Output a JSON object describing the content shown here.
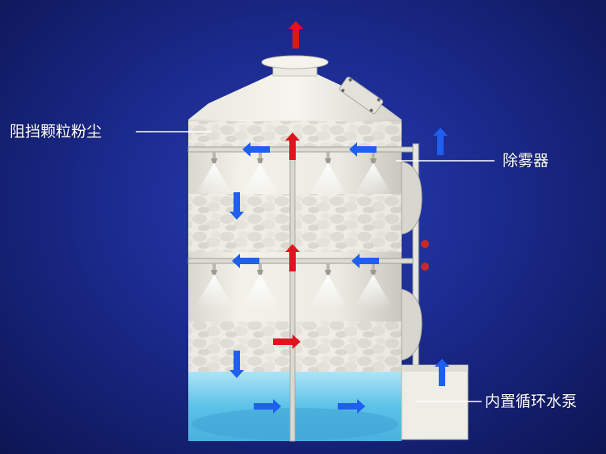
{
  "callouts": {
    "particle_dust": "阻挡颗粒粉尘",
    "demister": "除雾器",
    "built_in_pump": "内置循环水泵"
  },
  "colors": {
    "background": "#1b2a8e",
    "tower_body": "#e9e8e0",
    "water": "#7fd3ee",
    "gas_flow_arrow": "#e0141e",
    "liquid_flow_arrow": "#1f5ff0",
    "callout_line": "#ffffff"
  },
  "icons": {
    "gas_arrow": "red-arrow-icon",
    "water_arrow": "blue-arrow-icon",
    "spray_nozzle": "nozzle-icon"
  }
}
